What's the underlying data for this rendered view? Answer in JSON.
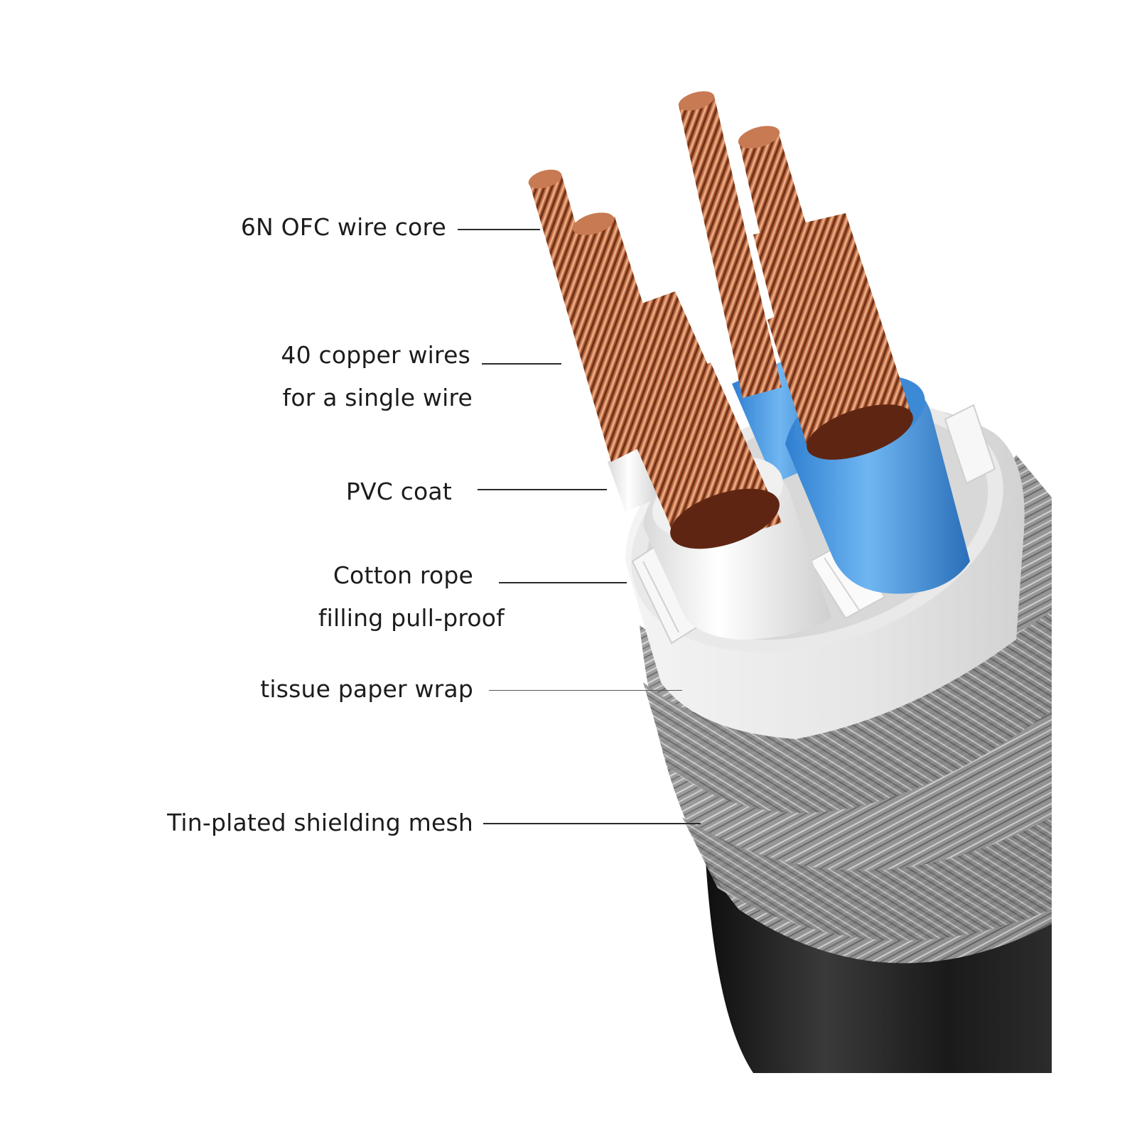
{
  "labels": {
    "wire_core": "6N OFC wire core",
    "copper_wires_line1": "40 copper wires",
    "copper_wires_line2": "for a single wire",
    "pvc_coat": "PVC coat",
    "cotton_rope_line1": "Cotton rope",
    "cotton_rope_line2": "filling pull-proof",
    "tissue_paper": "tissue paper wrap",
    "shielding_mesh": "Tin-plated shielding mesh"
  },
  "colors": {
    "copper": "#b8643e",
    "copper_light": "#e6a07c",
    "copper_dark": "#6e2f17",
    "insulation_blue": "#3f8fd8",
    "insulation_white": "#f1f1f1",
    "mesh_silver": "#a8a8a8",
    "jacket_black": "#1e1e1e",
    "text": "#1c1c1c"
  },
  "icons": {
    "illustration": "cable-cross-section-illustration"
  }
}
